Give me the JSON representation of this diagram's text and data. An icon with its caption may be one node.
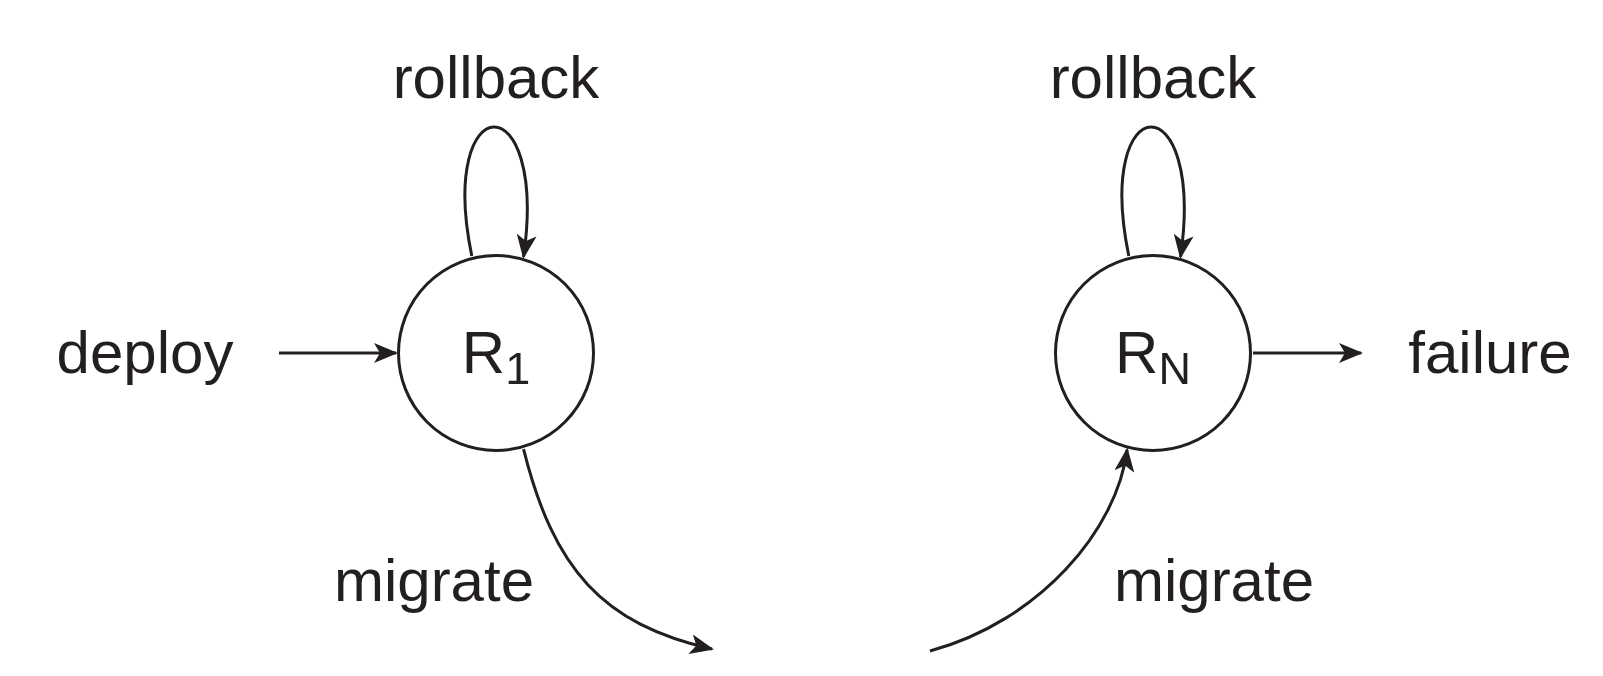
{
  "diagram": {
    "nodes": [
      {
        "text": [
          "deploy"
        ]
      },
      {
        "text": [
          "R$_{1}$"
        ]
      },
      {
        "text": [
          "R$_{N}$"
        ]
      },
      {
        "text": [
          "failure"
        ]
      }
    ],
    "edges": [
      {
        "from": 0,
        "to": 1,
        "arrow": "to"
      },
      {
        "from": 1,
        "to": 1,
        "arrow": "to",
        "label": "rollback"
      },
      {
        "from": 1,
        "to": null,
        "arrow": "to",
        "label": "migrate"
      },
      {
        "from": null,
        "to": 2,
        "arrow": "to",
        "label": "migrate"
      },
      {
        "from": 2,
        "to": 2,
        "arrow": "to",
        "label": "rollback"
      },
      {
        "from": 2,
        "to": 3,
        "arrow": "to"
      }
    ]
  }
}
